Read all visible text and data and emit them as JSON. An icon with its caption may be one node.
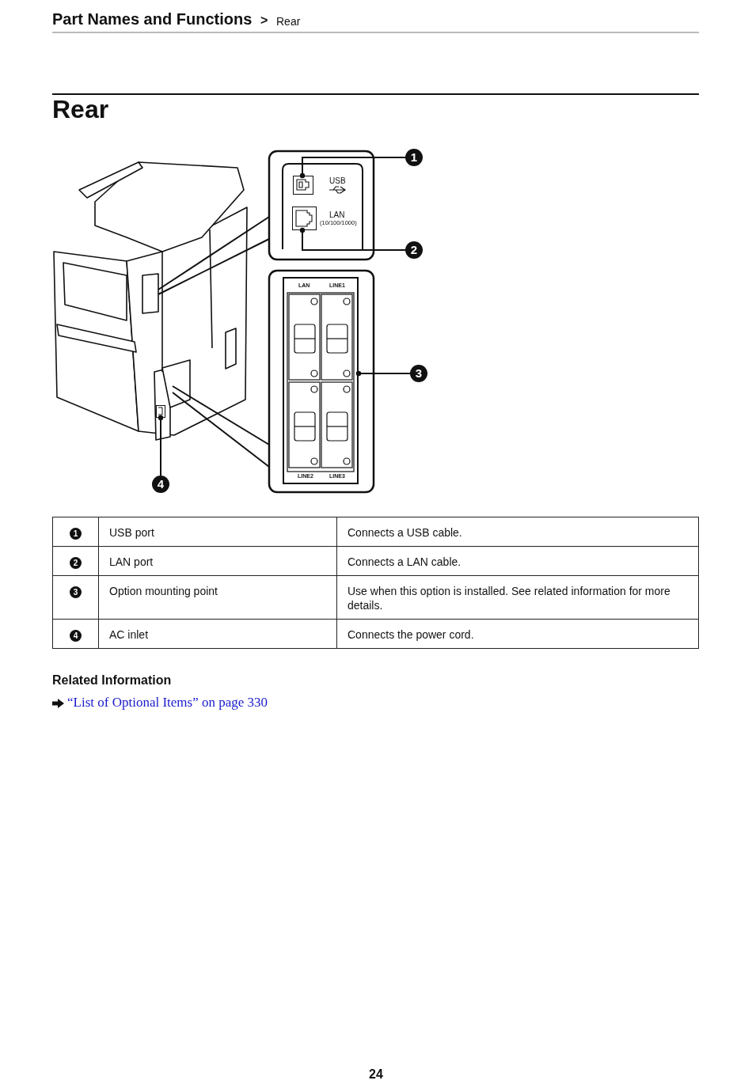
{
  "diagram": {
    "title": "Rear",
    "nodes": [
      {
        "text": [
          "1"
        ]
      },
      {
        "text": [
          "2"
        ]
      },
      {
        "text": [
          "3"
        ]
      },
      {
        "text": [
          "4"
        ]
      },
      {
        "text": [],
        "shape": "box"
      },
      {
        "text": [],
        "shape": "box"
      },
      {
        "text": [],
        "shape": "box"
      },
      {
        "text": [],
        "shape": "box"
      }
    ],
    "edges": [
      {
        "from": 0,
        "to": 4,
        "arrow": "other"
      },
      {
        "from": 1,
        "to": 5,
        "arrow": "other"
      },
      {
        "from": 2,
        "to": 6,
        "arrow": "other"
      },
      {
        "from": 3,
        "to": 7,
        "arrow": "other"
      }
    ],
    "labels": [
      "Part Names and Functions",
      ">",
      "Rear",
      "USB",
      "LAN",
      "(10/100/1000)",
      "LAN",
      "LINE1",
      "LINE2",
      "LINE3",
      "1",
      "USB port",
      "Connects a USB cable.",
      "2",
      "LAN port",
      "Connects a LAN cable.",
      "3",
      "Option mounting point",
      "Use when this option is installed. See related information for more details.",
      "4",
      "AC inlet",
      "Connects the power cord.",
      "Related Information",
      "“List of Optional Items” on page 330",
      "24"
    ]
  }
}
